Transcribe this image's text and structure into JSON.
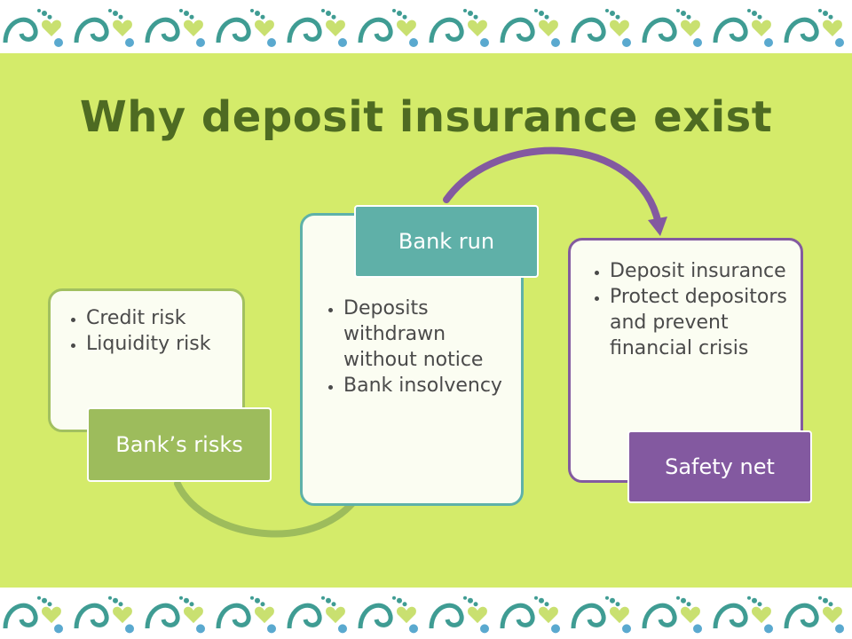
{
  "title": "Why deposit insurance exist",
  "colors": {
    "background": "#d4eb6a",
    "title": "#4e6b22",
    "green": "#9dbc5c",
    "teal": "#5fb0a8",
    "purple": "#8359a0"
  },
  "steps": [
    {
      "label": "Bank’s risks",
      "bullets": [
        "Credit risk",
        "Liquidity risk"
      ]
    },
    {
      "label": "Bank run",
      "bullets": [
        "Deposits withdrawn without notice",
        "Bank insolvency"
      ]
    },
    {
      "label": "Safety net",
      "bullets": [
        "Deposit insurance",
        "Protect depositors and prevent financial crisis"
      ]
    }
  ]
}
